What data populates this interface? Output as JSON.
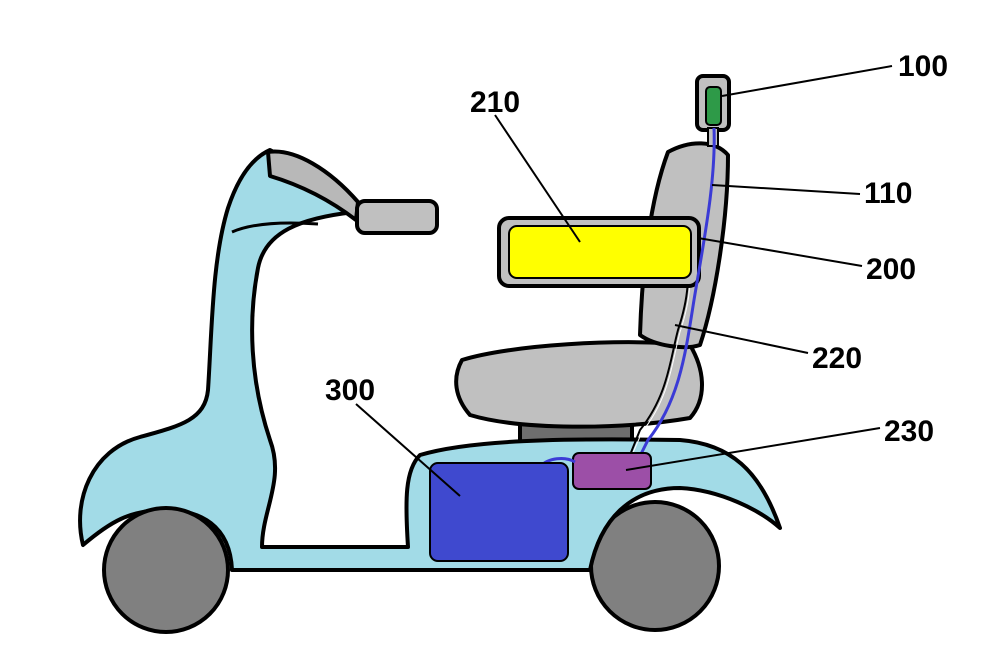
{
  "colors": {
    "body": "#a2dbe7",
    "wheel": "#808080",
    "seat": "#c0c0c0",
    "seat_base": "#6e6e6e",
    "display_screen": "#ffff00",
    "control_box": "#9c4fa7",
    "battery": "#3f49cf",
    "sensor": "#2e9a48",
    "cable": "#3b3bd6",
    "outline": "#000000"
  },
  "labels": {
    "sensor": "100",
    "sensor_cable": "110",
    "display_unit": "200",
    "display_screen": "210",
    "signal_line": "220",
    "control_box": "230",
    "battery": "300"
  }
}
